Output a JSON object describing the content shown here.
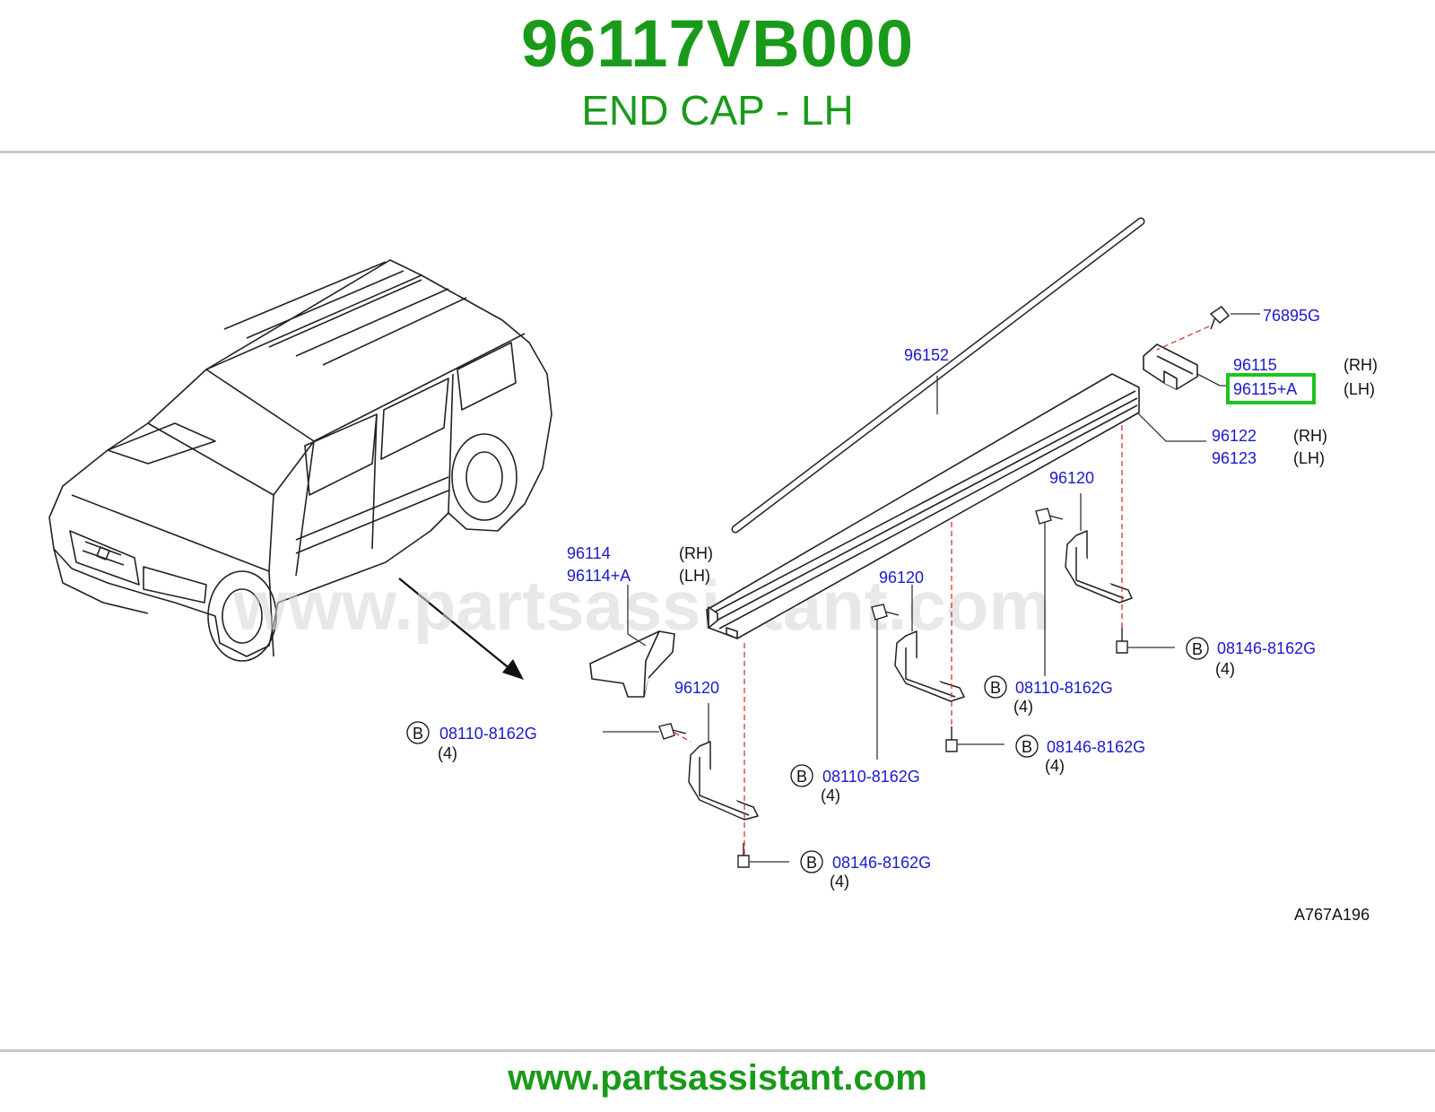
{
  "header": {
    "part_number": "96117VB000",
    "part_description": "END CAP - LH"
  },
  "diagram": {
    "watermark": "www.partsassistant.com",
    "code": "A767A196",
    "callouts": {
      "c76895g": "76895G",
      "c96115": "96115",
      "c96115_rh": "(RH)",
      "c96115a": "96115+A",
      "c96115a_lh": "(LH)",
      "c96152": "96152",
      "c96122": "96122",
      "c96122_rh": "(RH)",
      "c96123": "96123",
      "c96123_lh": "(LH)",
      "c96120_a": "96120",
      "c96120_b": "96120",
      "c96120_c": "96120",
      "c96114": "96114",
      "c96114_rh": "(RH)",
      "c96114a": "96114+A",
      "c96114a_lh": "(LH)",
      "b1_mark": "B",
      "b1_part": "08146-8162G",
      "b1_qty": "(4)",
      "b2_mark": "B",
      "b2_part": "08110-8162G",
      "b2_qty": "(4)",
      "b3_mark": "B",
      "b3_part": "08146-8162G",
      "b3_qty": "(4)",
      "b4_mark": "B",
      "b4_part": "08110-8162G",
      "b4_qty": "(4)",
      "b5_mark": "B",
      "b5_part": "08110-8162G",
      "b5_qty": "(4)",
      "b6_mark": "B",
      "b6_part": "08146-8162G",
      "b6_qty": "(4)"
    },
    "highlighted_part": "96115+A",
    "colors": {
      "title": "#1a9a1a",
      "callout_text": "#1a1acc",
      "highlight": "#1fc41f",
      "leader_dash": "#dd3333"
    }
  },
  "footer": {
    "url": "www.partsassistant.com"
  }
}
